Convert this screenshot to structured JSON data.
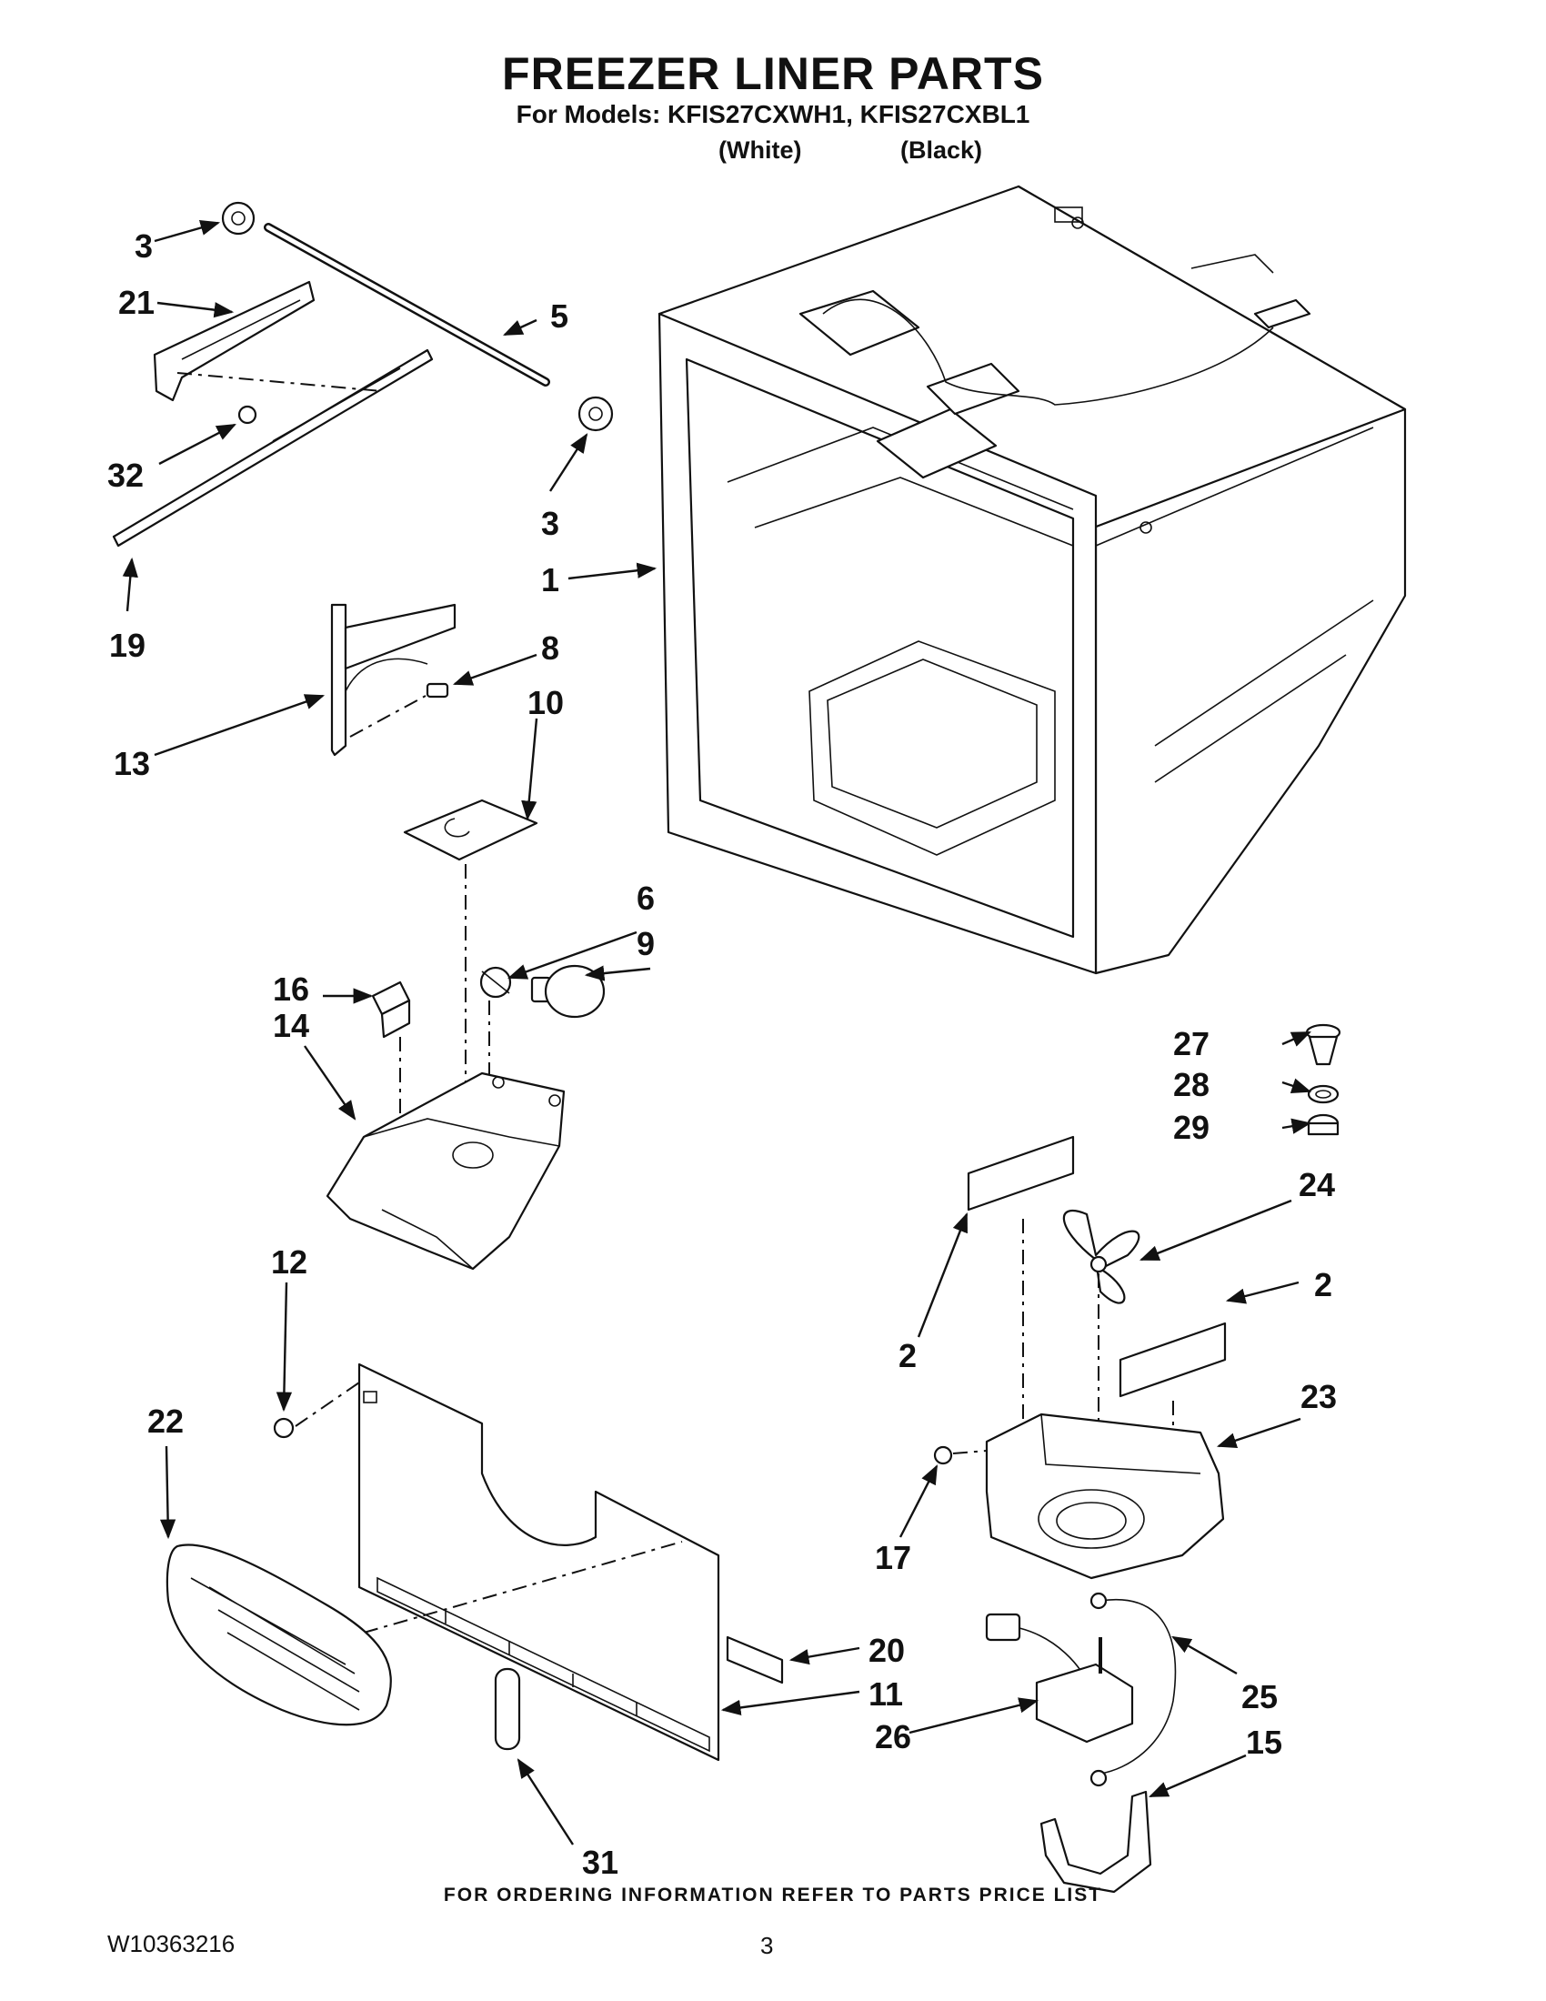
{
  "header": {
    "title": "FREEZER LINER PARTS",
    "models_line": "For Models: KFIS27CXWH1, KFIS27CXBL1",
    "variant_white": "(White)",
    "variant_black": "(Black)"
  },
  "callouts": {
    "c1": "1",
    "c2a": "2",
    "c2b": "2",
    "c3a": "3",
    "c3b": "3",
    "c5": "5",
    "c6": "6",
    "c8": "8",
    "c9": "9",
    "c10": "10",
    "c11": "11",
    "c12": "12",
    "c13": "13",
    "c14": "14",
    "c15": "15",
    "c16": "16",
    "c17": "17",
    "c19": "19",
    "c20": "20",
    "c21": "21",
    "c22": "22",
    "c23": "23",
    "c24": "24",
    "c25": "25",
    "c26": "26",
    "c27": "27",
    "c28": "28",
    "c29": "29",
    "c31": "31",
    "c32": "32"
  },
  "footer": {
    "ordering_note": "FOR ORDERING INFORMATION REFER TO PARTS PRICE LIST",
    "document_number": "W10363216",
    "page_number": "3"
  }
}
